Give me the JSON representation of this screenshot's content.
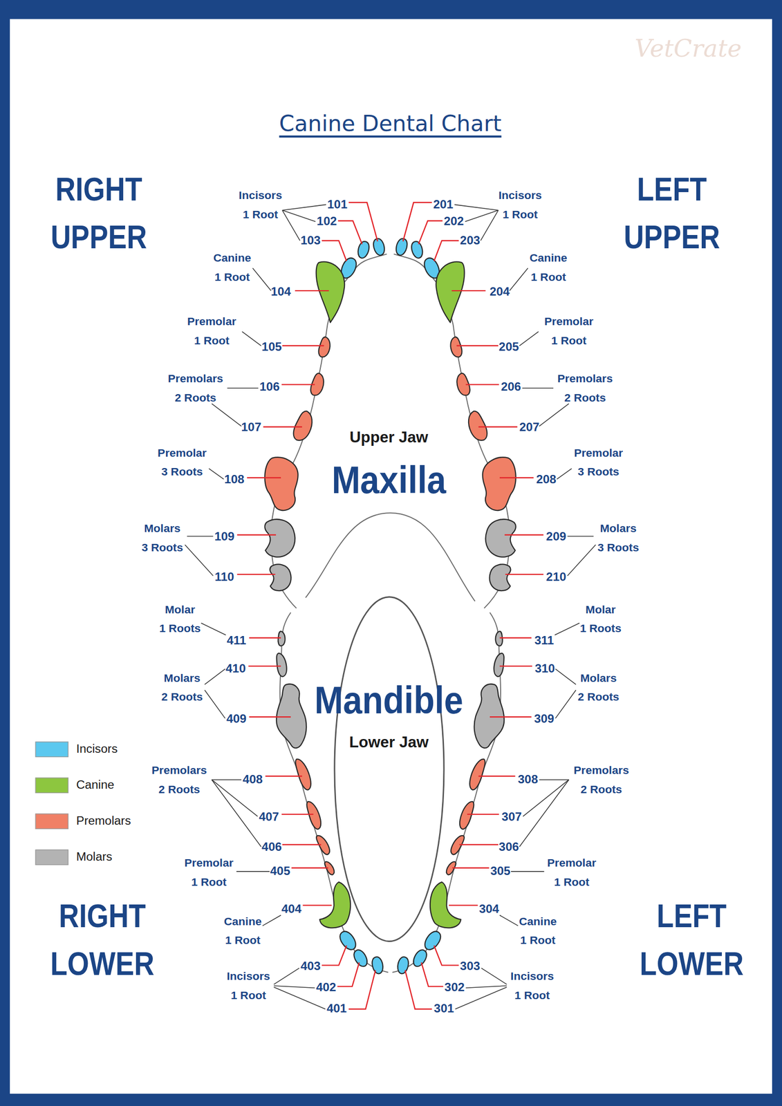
{
  "diagram": {
    "title": "Canine Dental Chart",
    "nodes": [
      {
        "text": [
          "Mandible",
          "Lower Jaw"
        ]
      }
    ],
    "labels": [
      "VetCrate",
      "RIGHT UPPER",
      "LEFT UPPER",
      "Incisors 1 Root",
      "101",
      "102",
      "103",
      "Canine 1 Root",
      "104",
      "Premolar 1 Root",
      "105",
      "Premolars 2 Roots",
      "106",
      "107",
      "Premolar 3 Roots",
      "108",
      "Molars 3 Roots",
      "109",
      "110",
      "Incisors 1 Root",
      "201",
      "202",
      "203",
      "Canine 1 Root",
      "204",
      "Premolar 1 Root",
      "205",
      "Premolars 2 Roots",
      "206",
      "207",
      "Premolar 3 Roots",
      "208",
      "Molars 3 Roots",
      "209",
      "210",
      "Upper Jaw",
      "Maxilla",
      "Molar 1 Roots",
      "411",
      "Molars 2 Roots",
      "410",
      "409",
      "Premolars 2 Roots",
      "408",
      "407",
      "406",
      "Premolar 1 Root",
      "405",
      "Canine 1 Root",
      "404",
      "Incisors 1 Root",
      "403",
      "402",
      "401",
      "Molar 1 Roots",
      "311",
      "Molars 2 Roots",
      "310",
      "309",
      "Premolars 2 Roots",
      "308",
      "307",
      "306",
      "Premolar 1 Root",
      "305",
      "Canine 1 Root",
      "304",
      "Incisors 1 Root",
      "303",
      "302",
      "301",
      "RIGHT LOWER",
      "LEFT LOWER"
    ],
    "legend": [
      {
        "text": "Incisors",
        "color": "#5bc8ef"
      },
      {
        "text": "Canine",
        "color": "#8dc63f"
      },
      {
        "text": "Premolars",
        "color": "#f08066"
      },
      {
        "text": "Molars",
        "color": "#b3b3b3"
      }
    ]
  }
}
